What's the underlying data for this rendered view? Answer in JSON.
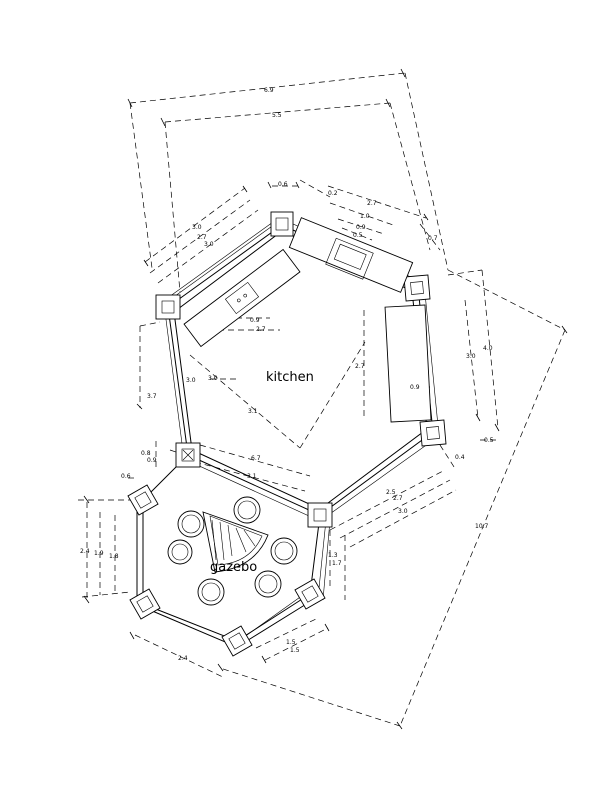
{
  "rooms": {
    "kitchen": "kitchen",
    "gazebo": "gazebo"
  },
  "dimensions": {
    "top_outer": "6.9",
    "top_inner": "5.5",
    "upper_left_a": "3.0",
    "upper_left_b": "2.7",
    "upper_left_c": "3.0",
    "top_post": "0.6",
    "top_gap": "0.2",
    "range_width": "2.7",
    "range_a": "1.0",
    "range_b": "0.9",
    "range_c": "0.5",
    "right_corner": "0.7",
    "sink_depth": "0.9",
    "sink_length": "2.7",
    "left_span": "3.0",
    "left_side": "3.7",
    "island_side": "2.7",
    "island_depth": "0.9",
    "right_inner": "3.0",
    "right_outer": "4.0",
    "right_post": "0.5",
    "diag_inner": "3.1",
    "diag_outer": "6.7",
    "gazebo_top": "3.1",
    "post_small": "0.8",
    "post_small_b": "0.9",
    "post_small_c": "0.6",
    "right_bottom_a": "0.4",
    "lower_right_a": "2.5",
    "lower_right_b": "2.7",
    "lower_right_c": "3.0",
    "gazebo_right_a": "1.3",
    "gazebo_right_b": "1.7",
    "gazebo_left_a": "2.4",
    "gazebo_left_b": "1.9",
    "gazebo_left_c": "1.8",
    "gazebo_bottom": "2.4",
    "gazebo_bottom_right_a": "1.5",
    "gazebo_bottom_right_b": "1.5",
    "overall_diagonal": "10.7"
  }
}
